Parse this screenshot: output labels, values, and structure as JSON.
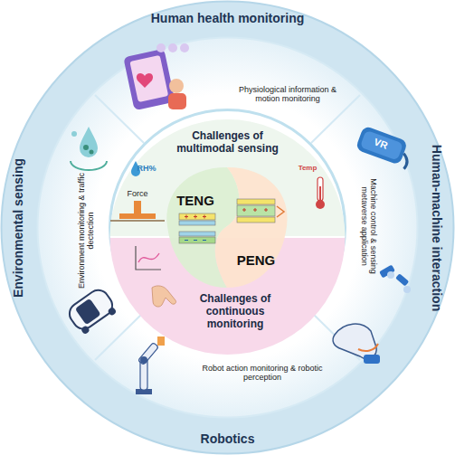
{
  "diagram": {
    "nodes": [
      {
        "text": [
          "Human health monitoring",
          "Physiological information & motion monitoring"
        ]
      },
      {
        "text": [
          "Human-machine interaction",
          "Machine control & sensing metaverse application"
        ]
      },
      {
        "text": [
          "Robotics",
          "Robot action monitoring & robotic perception"
        ]
      },
      {
        "text": [
          "Environmental sensing",
          "Environment monitoring & traffic dectection"
        ]
      },
      {
        "text": [
          "Challenges of multimodal sensing"
        ]
      },
      {
        "text": [
          "TENG"
        ]
      },
      {
        "text": [
          "PENG"
        ]
      },
      {
        "text": [
          "Challenges of continuous monitoring"
        ]
      }
    ],
    "labels": [
      "RH%",
      "Force",
      "Temp",
      "VR"
    ]
  }
}
